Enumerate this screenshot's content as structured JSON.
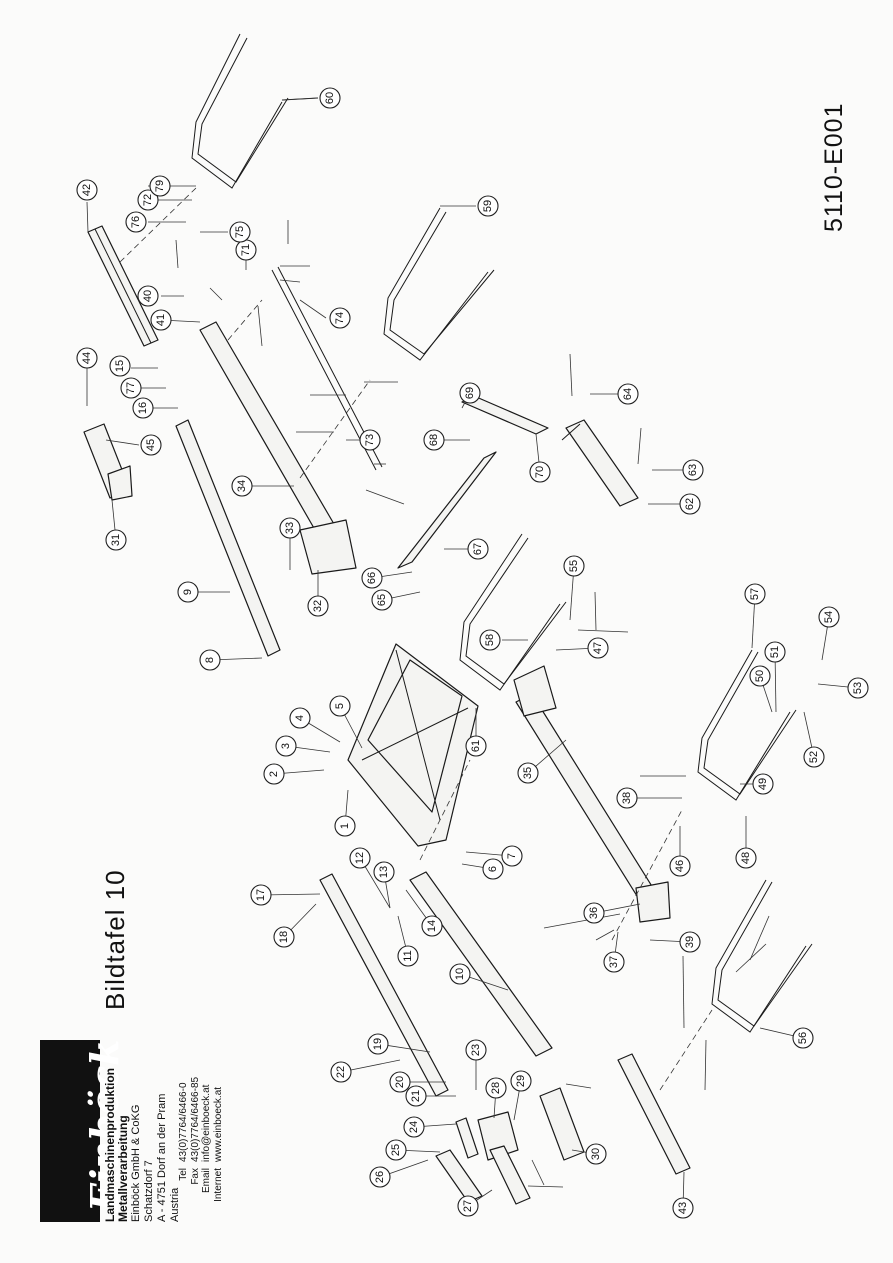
{
  "plate_title": "Bildtafel 10",
  "drawing_id": "5110-E001",
  "logo_text": "Einböck",
  "company": {
    "line1": "Landmaschinenproduktion",
    "line2": "Metallverarbeitung",
    "name": "Einböck GmbH & CoKG",
    "street": "Schatzdorf 7",
    "city": "A - 4751 Dorf an der Pram",
    "country": "Austria"
  },
  "contact": {
    "tel_label": "Tel",
    "tel": "43(0)7764/6466-0",
    "fax_label": "Fax",
    "fax": "43(0)7764/6466-85",
    "email_label": "Email",
    "email": "info@einboeck.at",
    "internet_label": "Internet",
    "internet": "www.einboeck.at"
  },
  "callouts": [
    "1",
    "2",
    "3",
    "4",
    "5",
    "6",
    "7",
    "8",
    "9",
    "10",
    "11",
    "12",
    "13",
    "14",
    "15",
    "16",
    "17",
    "18",
    "19",
    "20",
    "21",
    "22",
    "23",
    "24",
    "25",
    "26",
    "27",
    "28",
    "29",
    "30",
    "31",
    "32",
    "33",
    "34",
    "35",
    "36",
    "37",
    "38",
    "39",
    "40",
    "41",
    "42",
    "43",
    "44",
    "45",
    "46",
    "47",
    "48",
    "49",
    "50",
    "51",
    "52",
    "53",
    "54",
    "55",
    "56",
    "57",
    "58",
    "59",
    "60",
    "61",
    "62",
    "63",
    "64",
    "65",
    "66",
    "67",
    "68",
    "69",
    "70",
    "71",
    "72",
    "73",
    "74",
    "75",
    "76",
    "77",
    "79"
  ]
}
